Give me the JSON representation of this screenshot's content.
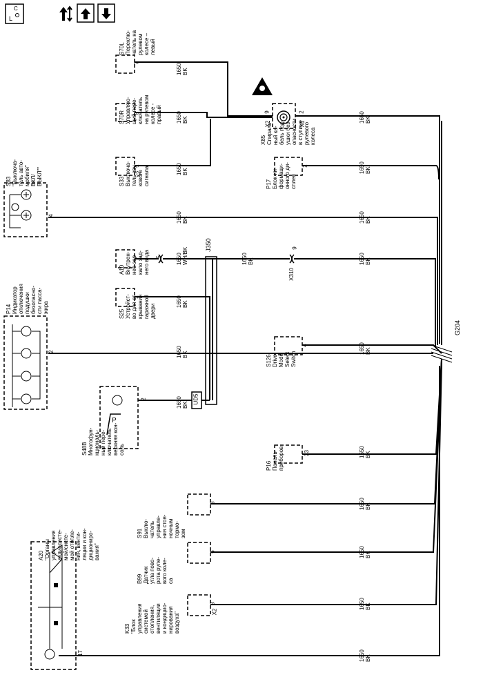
{
  "toolbar": {
    "diagram_view_icon": "diagram-view-icon",
    "signal_icon": "signal-flow-icon",
    "up_icon": "arrow-up-icon",
    "down_icon": "arrow-down-icon"
  },
  "wire": {
    "gauge": "1650",
    "color": "BK",
    "color_alt": "WH/BK"
  },
  "ground_label": "G204",
  "splice_label": "J350",
  "connector_ud5": "UD5",
  "inline_x310": "X310",
  "inline_x310_pin": "9",
  "components": [
    {
      "id": "S70L",
      "label": "S70L\nПереклю-\nчатель на\nрулевом\nколесе –\nлевый",
      "pin": "7"
    },
    {
      "id": "S70R",
      "label": "S70R\nУправляю-\nщий пере-\nключатель\nна рулевом\nколесе -\nправый",
      "pin": "5"
    },
    {
      "id": "S33",
      "label": "S33\nВыключа-\nтель зву-\nкового\nсигнала",
      "pin": "1",
      "conn": "X2"
    },
    {
      "id": "S83",
      "label": "S83\n\"Выключа-\nтель авто-\nмобиля\"\nВКЛ/\nВЫКЛ\"\"",
      "pin": "4"
    },
    {
      "id": "A10",
      "label": "A10\nВнутрен-\nнее зер-\nкало зад-\nнего вида",
      "pin": "5"
    },
    {
      "id": "S25",
      "label": "S25\nУстройст-\nво для от-\nкрывания\nгаражной\nдвери",
      "pin": "3"
    },
    {
      "id": "P14",
      "label": "P14\nИндикатор\nотключения\nподушки\nбезопасно-\nсти пасса-\nжира",
      "pin": "2"
    },
    {
      "id": "S48B",
      "label": "S48B\nМногофун-\nкциональ-\nный пере-\nключатель\nверхняя кон-\nсоль",
      "pin": "2"
    },
    {
      "id": "A20",
      "label": "A20\n\"Органы\nуправления\nаудиосисте-\nмой/систе-\nмой отопле-\nния, венти-\nляции и кон-\nдициониро-\nвания\"",
      "pin": "17"
    },
    {
      "id": "S91",
      "label": "S91\nВыклю-\nчатель\nуправле-\nния стоя-\nночным\nтормо-\nзом",
      "pin": "8"
    },
    {
      "id": "B99",
      "label": "B99\nДатчик\nугла пово-\nрота руле-\nвого коле-\nса",
      "pin": "6"
    },
    {
      "id": "K33",
      "label": "K33\n\"Блок\nуправления\nсистемой\nотопления,\nвентиляции\nи кондицио-\nнирования\nвоздуха\"",
      "pin": "8",
      "conn": "X2"
    },
    {
      "id": "X85",
      "label": "X85\nСпираль-\nный ка-\nбель под-\nушки без-\nопасности\nв ступице\nрулевого\nколеса",
      "pin_a": "9",
      "pin_b": "2",
      "conn_a": "X2",
      "conn_b": "X1"
    },
    {
      "id": "P17",
      "label": "P17\nБлок ин-\nформаци-\nонного ди-\nсплея",
      "pin": "2"
    },
    {
      "id": "S126",
      "label": "S126\nDrive\nMode\nSelect\nSwitch",
      "pin": "4"
    },
    {
      "id": "P16",
      "label": "P16\nПанель\nприборов",
      "pin": "23"
    }
  ]
}
